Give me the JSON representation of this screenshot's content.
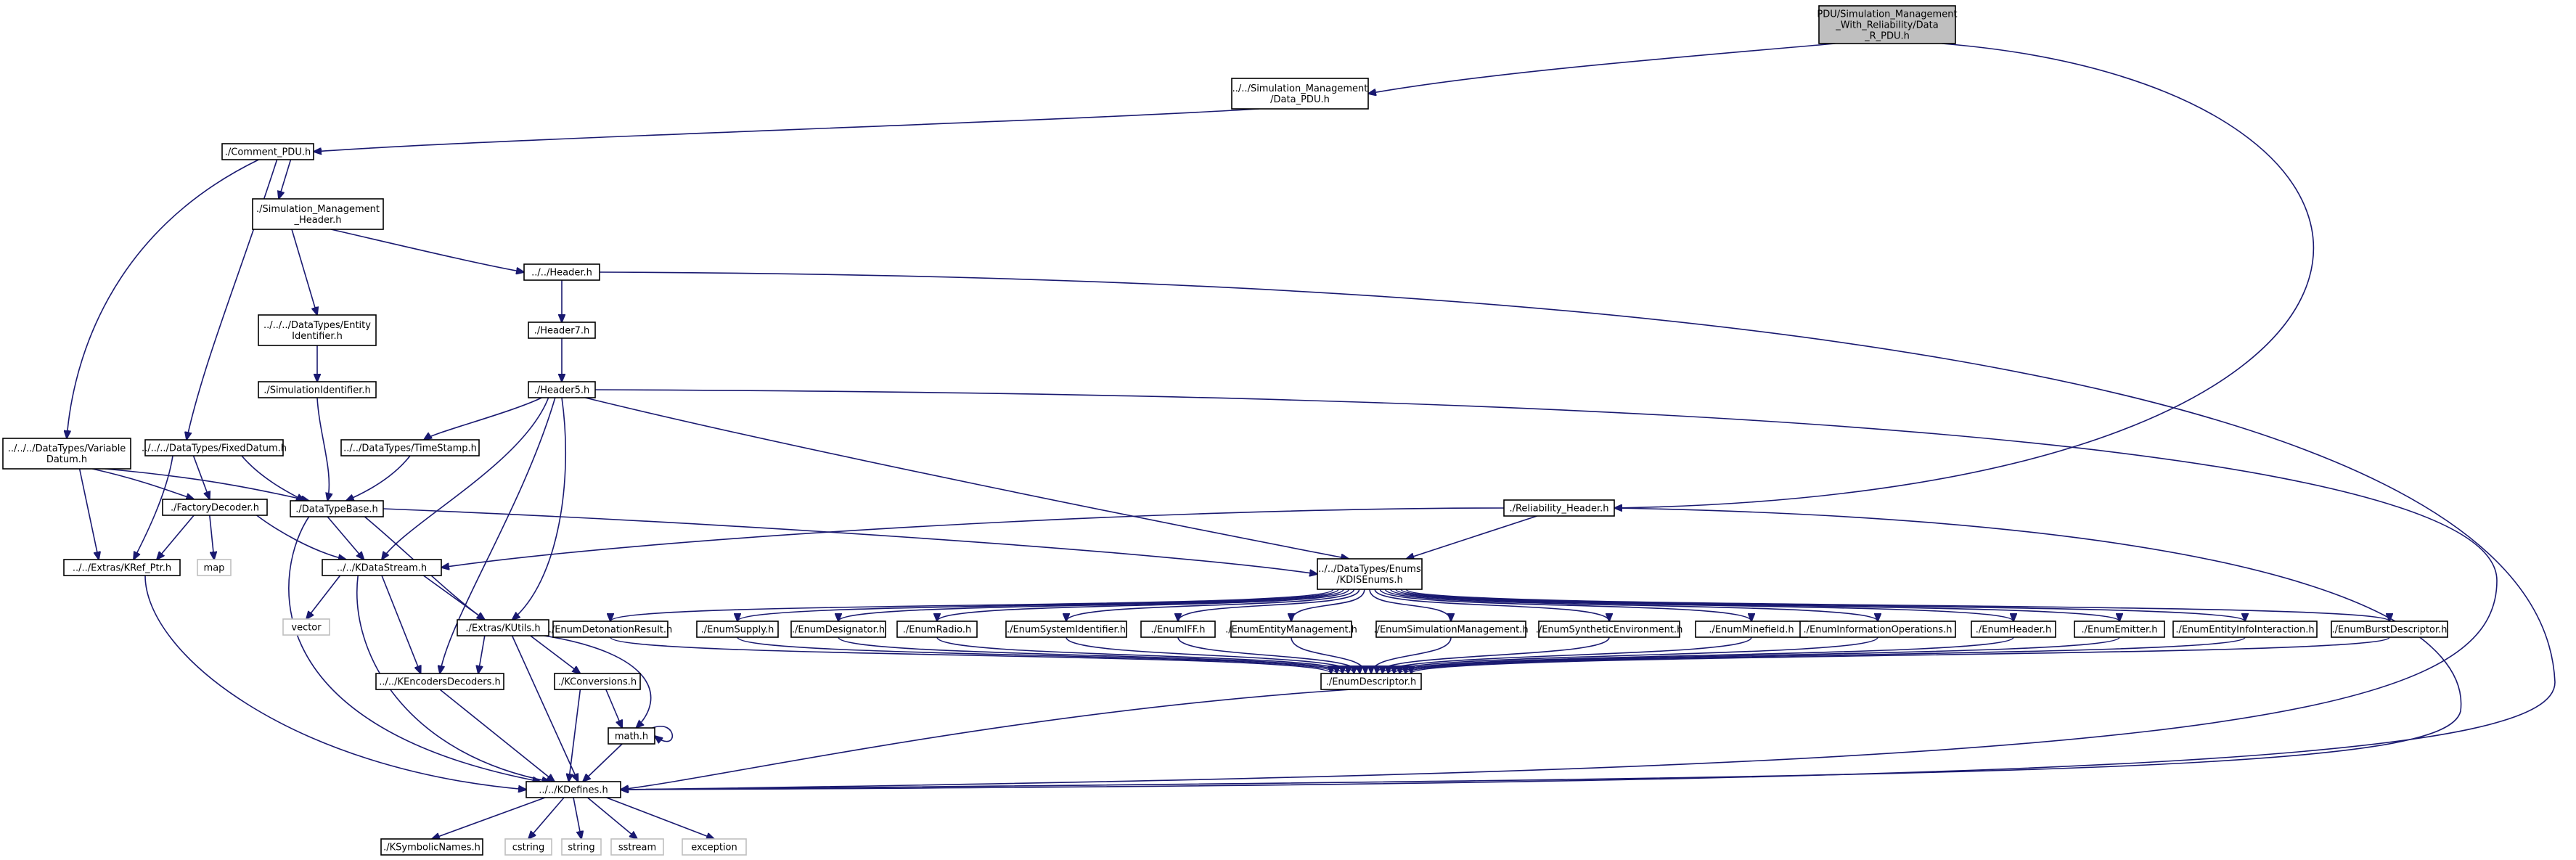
{
  "colors": {
    "edge": "#191970",
    "root_fill": "#bfbfbf",
    "system_border": "#bfbfbf",
    "node_border": "#000000"
  },
  "nodes": {
    "root": {
      "lines": [
        "PDU/Simulation_Management",
        "_With_Reliability/Data",
        "_R_PDU.h"
      ],
      "kind": "root"
    },
    "smdata": {
      "lines": [
        "../../Simulation_Management",
        "/Data_PDU.h"
      ]
    },
    "comment": {
      "lines": [
        "./Comment_PDU.h"
      ]
    },
    "smheader": {
      "lines": [
        "./Simulation_Management",
        "_Header.h"
      ]
    },
    "header": {
      "lines": [
        "../../Header.h"
      ]
    },
    "header7": {
      "lines": [
        "./Header7.h"
      ]
    },
    "header5": {
      "lines": [
        "./Header5.h"
      ]
    },
    "entityid": {
      "lines": [
        "../../../DataTypes/Entity",
        "Identifier.h"
      ]
    },
    "simid": {
      "lines": [
        "./SimulationIdentifier.h"
      ]
    },
    "vardatum": {
      "lines": [
        "../../../DataTypes/Variable",
        "Datum.h"
      ]
    },
    "fixdatum": {
      "lines": [
        "../../../DataTypes/FixedDatum.h"
      ]
    },
    "timestamp": {
      "lines": [
        "../../DataTypes/TimeStamp.h"
      ]
    },
    "factory": {
      "lines": [
        "./FactoryDecoder.h"
      ]
    },
    "dtbase": {
      "lines": [
        "./DataTypeBase.h"
      ]
    },
    "map": {
      "lines": [
        "map"
      ],
      "kind": "sys"
    },
    "kref": {
      "lines": [
        "../../Extras/KRef_Ptr.h"
      ]
    },
    "kds": {
      "lines": [
        "../../KDataStream.h"
      ]
    },
    "vector": {
      "lines": [
        "vector"
      ],
      "kind": "sys"
    },
    "reliab": {
      "lines": [
        "./Reliability_Header.h"
      ]
    },
    "kdisenums": {
      "lines": [
        "../../DataTypes/Enums",
        "/KDISEnums.h"
      ]
    },
    "kutils": {
      "lines": [
        "./Extras/KUtils.h"
      ]
    },
    "kenc": {
      "lines": [
        "../../KEncodersDecoders.h"
      ]
    },
    "kconv": {
      "lines": [
        "./KConversions.h"
      ]
    },
    "math": {
      "lines": [
        "math.h"
      ]
    },
    "kdefines": {
      "lines": [
        "../../KDefines.h"
      ]
    },
    "ksym": {
      "lines": [
        "./KSymbolicNames.h"
      ]
    },
    "cstring": {
      "lines": [
        "cstring"
      ],
      "kind": "sys"
    },
    "string": {
      "lines": [
        "string"
      ],
      "kind": "sys"
    },
    "sstream": {
      "lines": [
        "sstream"
      ],
      "kind": "sys"
    },
    "exception": {
      "lines": [
        "exception"
      ],
      "kind": "sys"
    },
    "edet": {
      "lines": [
        "./EnumDetonationResult.h"
      ]
    },
    "esup": {
      "lines": [
        "./EnumSupply.h"
      ]
    },
    "edes": {
      "lines": [
        "./EnumDesignator.h"
      ]
    },
    "erad": {
      "lines": [
        "./EnumRadio.h"
      ]
    },
    "esys": {
      "lines": [
        "./EnumSystemIdentifier.h"
      ]
    },
    "eiff": {
      "lines": [
        "./EnumIFF.h"
      ]
    },
    "eent": {
      "lines": [
        "./EnumEntityManagement.h"
      ]
    },
    "esim": {
      "lines": [
        "./EnumSimulationManagement.h"
      ]
    },
    "esyn": {
      "lines": [
        "./EnumSyntheticEnvironment.h"
      ]
    },
    "emin": {
      "lines": [
        "./EnumMinefield.h"
      ]
    },
    "einf": {
      "lines": [
        "./EnumInformationOperations.h"
      ]
    },
    "ehdr": {
      "lines": [
        "./EnumHeader.h"
      ]
    },
    "eemi": {
      "lines": [
        "./EnumEmitter.h"
      ]
    },
    "eeii": {
      "lines": [
        "./EnumEntityInfoInteraction.h"
      ]
    },
    "ebur": {
      "lines": [
        "./EnumBurstDescriptor.h"
      ]
    },
    "edesc": {
      "lines": [
        "./EnumDescriptor.h"
      ]
    }
  }
}
